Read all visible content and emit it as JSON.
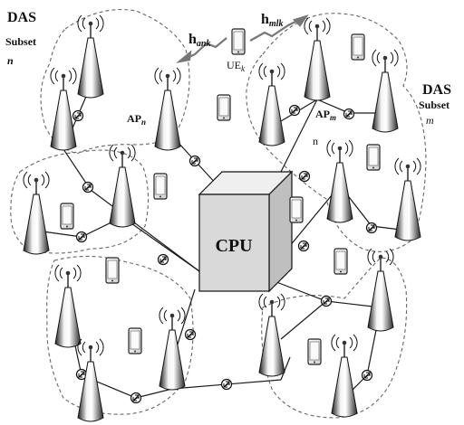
{
  "labels": {
    "das_left": {
      "title": "DAS",
      "subset": "Subset",
      "index": "n"
    },
    "das_right": {
      "title": "DAS",
      "subset": "Subset",
      "index": "m"
    },
    "cpu": "CPU",
    "ap_n": {
      "base": "AP",
      "sub": "n"
    },
    "ap_m": {
      "base": "AP",
      "sub": "m"
    },
    "ue_k": {
      "base": "UE",
      "sub": "k"
    },
    "h_ank": {
      "base": "h",
      "sub": "ank"
    },
    "h_mlk": {
      "base": "h",
      "sub": "mlk"
    },
    "n_small": "n"
  },
  "colors": {
    "line": "#1a1a1a",
    "tower_light": "#f2f2f2",
    "tower_dark": "#2a2a2a",
    "cpu_front": "#d9d9d9",
    "cpu_top": "#efefef",
    "cpu_side": "#bfbfbf",
    "dashed": "#666666",
    "arrow": "#777777"
  }
}
